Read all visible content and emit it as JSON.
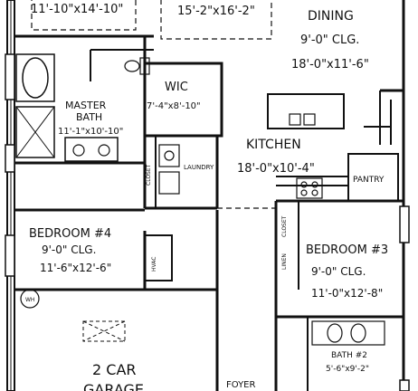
{
  "rooms": {
    "top_left_dims": "11'-10\"x14'-10\"",
    "top_center_dims": "15'-2\"x16'-2\"",
    "dining": {
      "name": "DINING",
      "clg": "9'-0\" CLG.",
      "dims": "18'-0\"x11'-6\""
    },
    "master_bath": {
      "name_line1": "MASTER",
      "name_line2": "BATH",
      "dims": "11'-1\"x10'-10\""
    },
    "wic": {
      "name": "WIC",
      "dims": "7'-4\"x8'-10\""
    },
    "kitchen": {
      "name": "KITCHEN",
      "dims": "18'-0\"x10'-4\""
    },
    "laundry": {
      "name": "LAUNDRY"
    },
    "closet_left": {
      "name": "CLOSET"
    },
    "pantry": {
      "name": "PANTRY"
    },
    "bedroom4": {
      "name": "BEDROOM #4",
      "clg": "9'-0\" CLG.",
      "dims": "11'-6\"x12'-6\""
    },
    "hvac": {
      "name": "HVAC"
    },
    "closet_right": {
      "name": "CLOSET"
    },
    "linen": {
      "name": "LINEN"
    },
    "bedroom3": {
      "name": "BEDROOM #3",
      "clg": "9'-0\" CLG.",
      "dims": "11'-0\"x12'-8\""
    },
    "bath2": {
      "name": "BATH #2",
      "dims": "5'-6\"x9'-2\""
    },
    "garage": {
      "name_line1": "2 CAR",
      "name_line2": "GARAGE"
    },
    "foyer": {
      "name": "FOYER"
    },
    "wh": {
      "name": "WH"
    }
  }
}
